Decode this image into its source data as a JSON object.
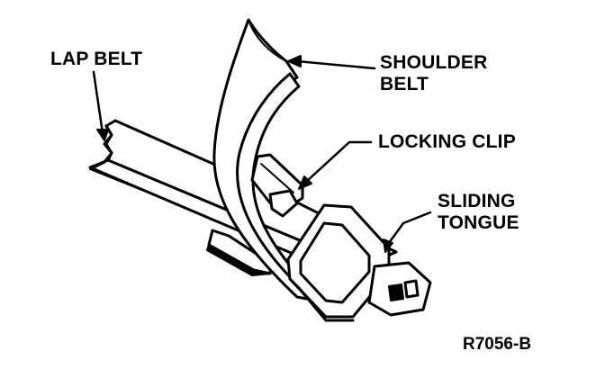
{
  "labels": {
    "lap_belt": "LAP BELT",
    "shoulder_belt_line1": "SHOULDER",
    "shoulder_belt_line2": "BELT",
    "locking_clip": "LOCKING CLIP",
    "sliding_tongue_line1": "SLIDING",
    "sliding_tongue_line2": "TONGUE"
  },
  "figure_code": "R7056-B",
  "colors": {
    "ink": "#000000",
    "paper": "#ffffff"
  }
}
